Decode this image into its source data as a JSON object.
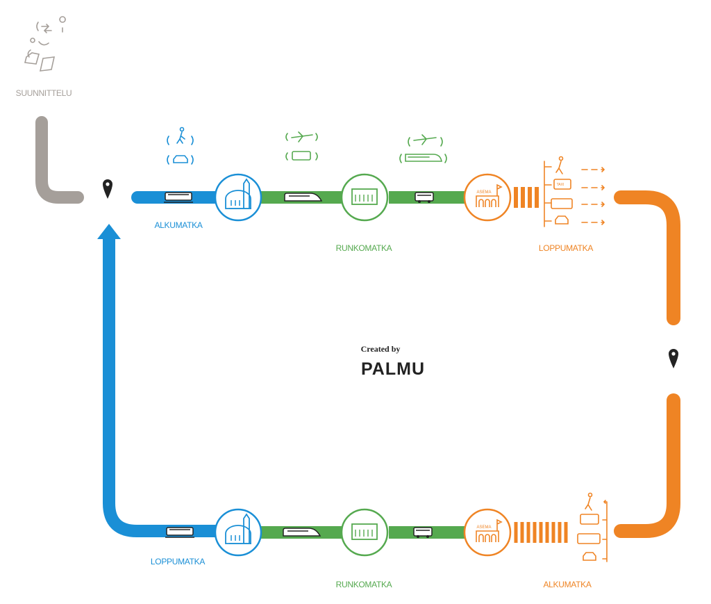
{
  "planning": {
    "label": "SUUNNITTELU"
  },
  "top_row": {
    "first_leg": "ALKUMATKA",
    "main_leg": "RUNKOMATKA",
    "last_leg": "LOPPUMATKA"
  },
  "bottom_row": {
    "first_leg": "LOPPUMATKA",
    "main_leg": "RUNKOMATKA",
    "last_leg": "ALKUMATKA"
  },
  "credit": {
    "line1": "Created by",
    "line2": "PALMU"
  },
  "hub_labels": {
    "top_hub3_sign": "ASEMA",
    "bottom_hub3_sign": "ASEMA",
    "taxi_sign": "TAXI"
  },
  "colors": {
    "blue": "#1a8fd6",
    "green": "#55a94f",
    "orange": "#ef8424",
    "grey": "#a59f9a",
    "dark": "#222222"
  }
}
